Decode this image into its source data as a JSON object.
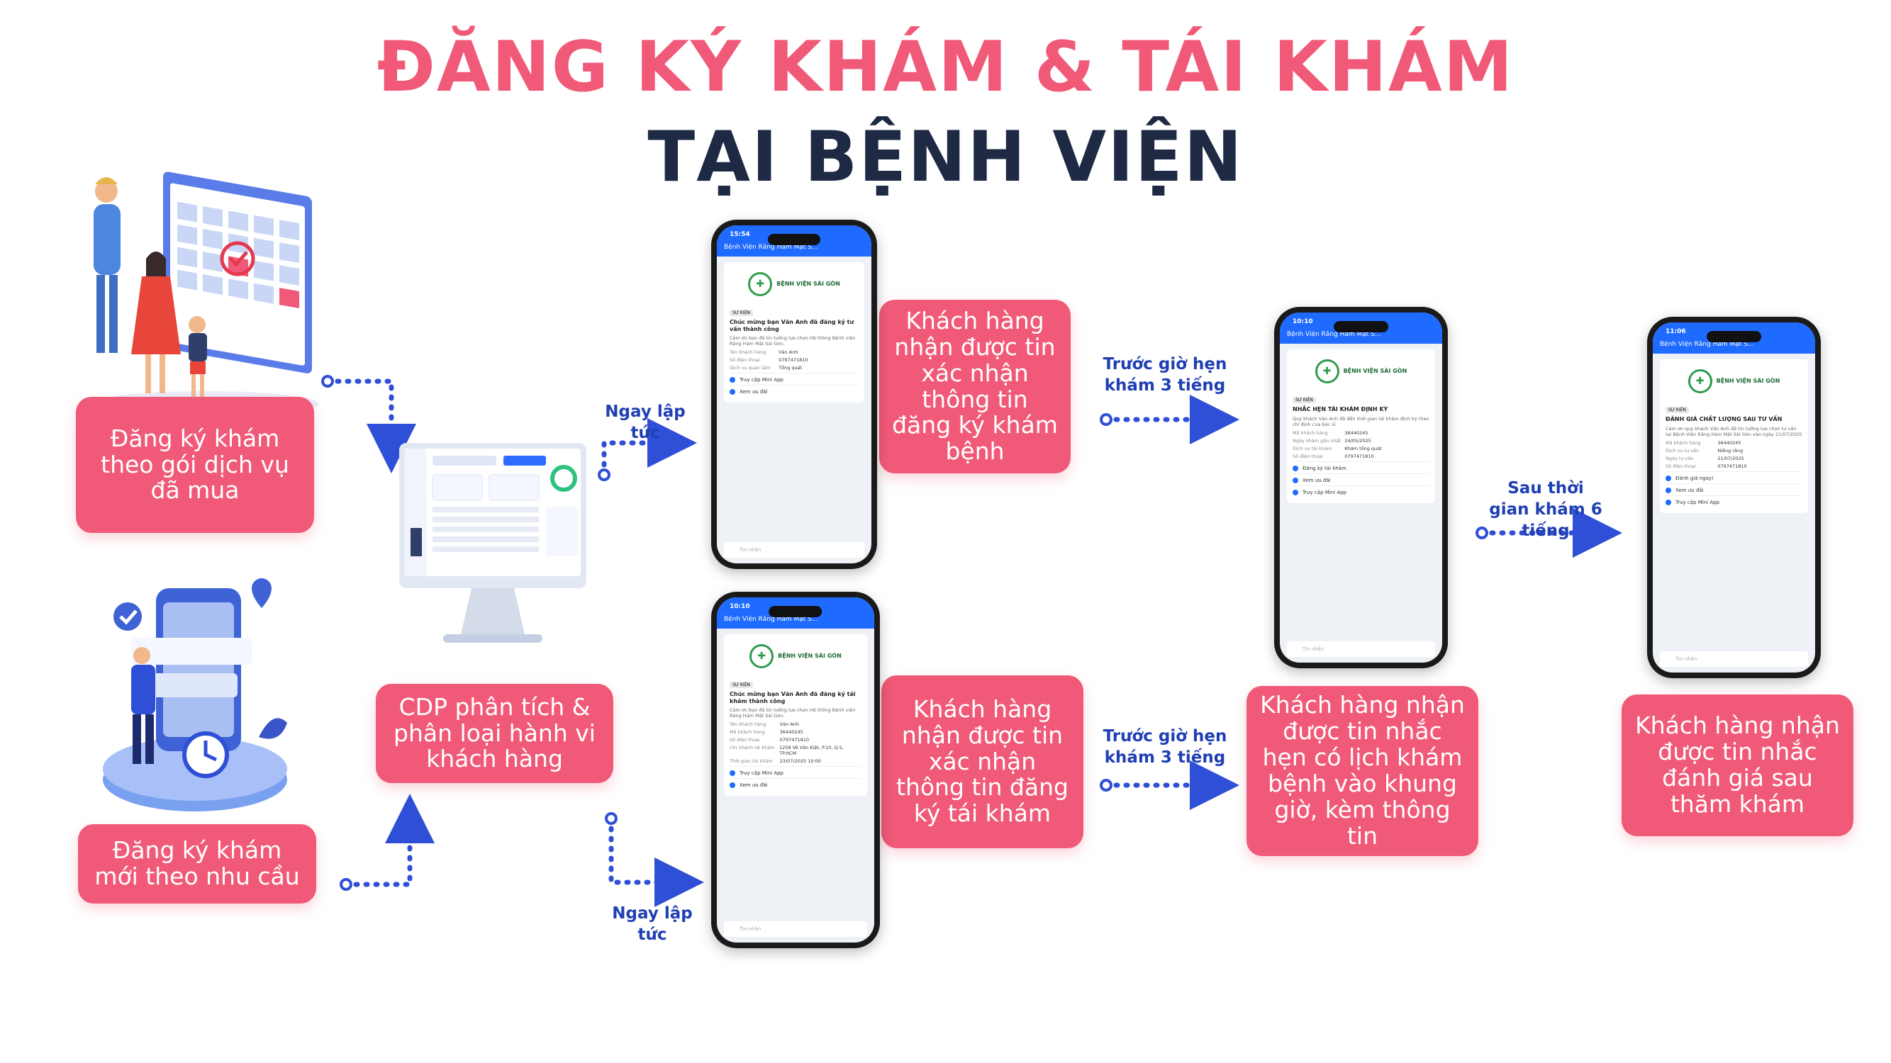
{
  "title": {
    "line1": "ĐĂNG KÝ KHÁM & TÁI KHÁM",
    "line2": "TẠI BỆNH VIỆN"
  },
  "colors": {
    "title_pink": "#f05a78",
    "title_navy": "#1e2a44",
    "box_pink": "#f05a78",
    "arrow_blue": "#2f4fd6",
    "label_blue": "#1f3fb3"
  },
  "boxes": {
    "package": "Đăng ký khám theo gói dịch vụ đã mua",
    "new_need": "Đăng ký khám mới theo nhu cầu",
    "cdp": "CDP phân tích & phân loại hành vi khách hàng",
    "confirm_exam": "Khách hàng nhận được tin xác nhận thông tin đăng ký khám bệnh",
    "confirm_reexam": "Khách hàng nhận được tin xác nhận thông tin đăng ký tái khám",
    "reminder": "Khách hàng nhận được tin nhắc hẹn có lịch khám bệnh vào khung giờ, kèm thông tin",
    "rating": "Khách hàng nhận được tin nhắc đánh giá sau thăm khám"
  },
  "labels": {
    "immediate_top": "Ngay lập tức",
    "immediate_bottom": "Ngay lập tức",
    "before_top": "Trước giờ hẹn khám 3 tiếng",
    "before_bottom": "Trước giờ hẹn khám 3 tiếng",
    "after": "Sau thời gian khám 6 tiếng"
  },
  "phones": {
    "p1": {
      "time": "15:54",
      "chat": "Bệnh Viện Răng Hàm Mặt S...",
      "logo": "BỆNH VIỆN SÀI GÒN",
      "tag": "SỰ KIỆN",
      "title": "Chúc mừng bạn Văn Anh đã đăng ký tư vấn thành công",
      "body": "Cảm ơn bạn đã tin tưởng lựa chọn Hệ thống Bệnh viện Răng Hàm Mặt Sài Gòn.",
      "rows": [
        [
          "Tên khách hàng",
          "Văn Anh"
        ],
        [
          "Số điện thoại",
          "0797471810"
        ],
        [
          "Dịch vụ quan tâm",
          "Tổng quát"
        ]
      ],
      "actions": [
        "Truy cập Mini App",
        "Xem ưu đãi"
      ],
      "input": "Tin nhắn"
    },
    "p2": {
      "time": "10:10",
      "chat": "Bệnh Viện Răng Hàm Mặt S...",
      "logo": "BỆNH VIỆN SÀI GÒN",
      "tag": "SỰ KIỆN",
      "title": "Chúc mừng bạn Văn Anh đã đăng ký tái khám thành công",
      "body": "Cảm ơn bạn đã tin tưởng lựa chọn Hệ thống Bệnh viện Răng Hàm Mặt Sài Gòn.",
      "rows": [
        [
          "Tên khách hàng",
          "Văn Anh"
        ],
        [
          "Mã khách hàng",
          "36440245"
        ],
        [
          "Số điện thoại",
          "0797471810"
        ],
        [
          "Chi nhánh tái khám",
          "1258 Võ Văn Kiệt, P.10, Q.5, TP.HCM"
        ],
        [
          "Thời gian tái khám",
          "23/07/2025 10:00"
        ]
      ],
      "actions": [
        "Truy cập Mini App",
        "Xem ưu đãi"
      ],
      "input": "Tin nhắn"
    },
    "p3": {
      "time": "10:10",
      "chat": "Bệnh Viện Răng Hàm Mặt S...",
      "logo": "BỆNH VIỆN SÀI GÒN",
      "tag": "SỰ KIỆN",
      "title": "NHẮC HẸN TÁI KHÁM ĐỊNH KỲ",
      "body": "Quý khách Văn Anh đã đến thời gian tái khám định kỳ theo chỉ định của bác sĩ.",
      "rows": [
        [
          "Mã khách hàng",
          "36440245"
        ],
        [
          "Ngày khám gần nhất",
          "24/05/2025"
        ],
        [
          "Dịch vụ tái khám",
          "Khám tổng quát"
        ],
        [
          "Số điện thoại",
          "0797471810"
        ]
      ],
      "actions": [
        "Đăng ký tái khám",
        "Xem ưu đãi",
        "Truy cập Mini App"
      ],
      "input": "Tin nhắn"
    },
    "p4": {
      "time": "11:06",
      "chat": "Bệnh Viện Răng Hàm Mặt S...",
      "logo": "BỆNH VIỆN SÀI GÒN",
      "tag": "SỰ KIỆN",
      "title": "ĐÁNH GIÁ CHẤT LƯỢNG SAU TƯ VẤN",
      "body": "Cảm ơn quý khách Văn Anh đã tin tưởng lựa chọn tư vấn tại Bệnh Viện Răng Hàm Mặt Sài Gòn vào ngày 21/07/2025",
      "rows": [
        [
          "Mã khách hàng",
          "36440245"
        ],
        [
          "Dịch vụ tư vấn",
          "Niềng răng"
        ],
        [
          "Ngày tư vấn",
          "21/07/2025"
        ],
        [
          "Số điện thoại",
          "0797471810"
        ]
      ],
      "actions": [
        "Đánh giá ngay!",
        "Xem ưu đãi",
        "Truy cập Mini App"
      ],
      "input": "Tin nhắn"
    }
  }
}
